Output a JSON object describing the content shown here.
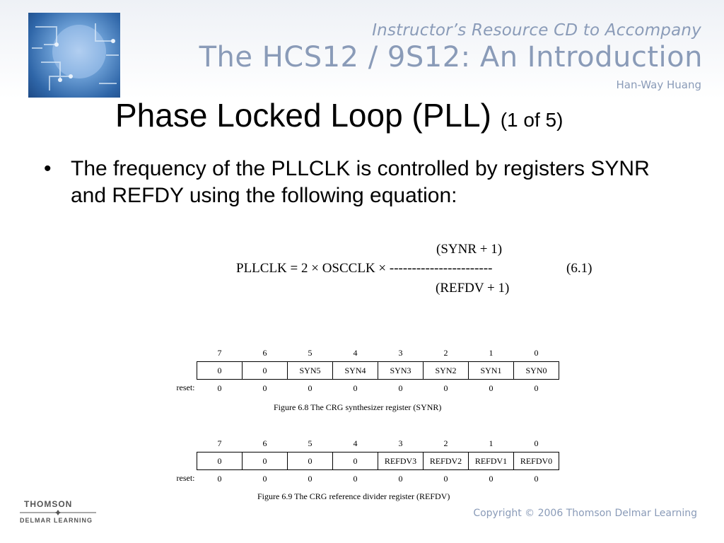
{
  "banner": {
    "line1": "Instructor’s Resource CD to Accompany",
    "line2": "The HCS12 / 9S12: An Introduction",
    "line3": "Han-Way Huang"
  },
  "title": {
    "main": "Phase Locked Loop (PLL)",
    "sub": "(1 of 5)"
  },
  "bullet": {
    "symbol": "•",
    "text": "The frequency of the PLLCLK is controlled by registers SYNR and REFDY using the following equation:"
  },
  "equation": {
    "numerator": "(SYNR + 1)",
    "lhs": "PLLCLK = 2 × OSCCLK × -----------------------",
    "denominator": "(REFDV + 1)",
    "number": "(6.1)"
  },
  "synr": {
    "bits": [
      "7",
      "6",
      "5",
      "4",
      "3",
      "2",
      "1",
      "0"
    ],
    "fields": [
      "0",
      "0",
      "SYN5",
      "SYN4",
      "SYN3",
      "SYN2",
      "SYN1",
      "SYN0"
    ],
    "reset_label": "reset:",
    "reset": [
      "0",
      "0",
      "0",
      "0",
      "0",
      "0",
      "0",
      "0"
    ],
    "caption": "Figure 6.8 The CRG synthesizer register (SYNR)"
  },
  "refdv": {
    "bits": [
      "7",
      "6",
      "5",
      "4",
      "3",
      "2",
      "1",
      "0"
    ],
    "fields": [
      "0",
      "0",
      "0",
      "0",
      "REFDV3",
      "REFDV2",
      "REFDV1",
      "REFDV0"
    ],
    "reset_label": "reset:",
    "reset": [
      "0",
      "0",
      "0",
      "0",
      "0",
      "0",
      "0",
      "0"
    ],
    "caption": "Figure 6.9 The CRG reference divider register (REFDV)"
  },
  "footer": {
    "logo_line1": "THOMSON",
    "logo_line2": "DELMAR LEARNING",
    "copyright": "Copyright © 2006 Thomson Delmar Learning"
  }
}
